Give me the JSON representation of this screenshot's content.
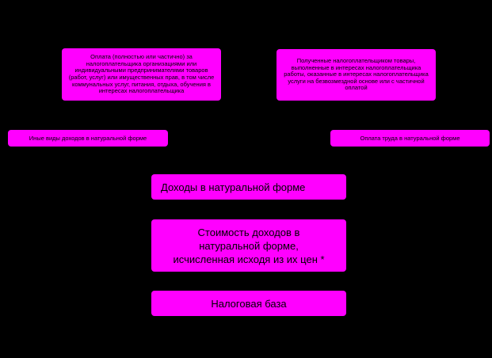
{
  "boxes": {
    "payment_by_third_party": "Оплата (полностью или частично) за\nналогоплательщика организациями или\nиндивидуальными предпринимателями товаров\n(работ, услуг) или имущественных прав, в том числе\nкоммунальных услуг, питания, отдыха, обучения в\nинтересах налогоплательщика",
    "goods_received": "Полученные налогоплательщиком товары,\nвыполненные в интересах налогоплательщика\nработы, оказанные в интересах налогоплательщика\nуслуги на безвозмездной основе или с частичной\nоплатой",
    "other_income": "Иные виды доходов в натуральной форме",
    "wages_in_kind": "Оплата труда в натуральной форме",
    "income_in_kind": "Доходы в натуральной форме",
    "value_of_income": "Стоимость доходов в\nнатуральной форме,\nисчисленная исходя из их цен *",
    "tax_base": "Налоговая база"
  }
}
